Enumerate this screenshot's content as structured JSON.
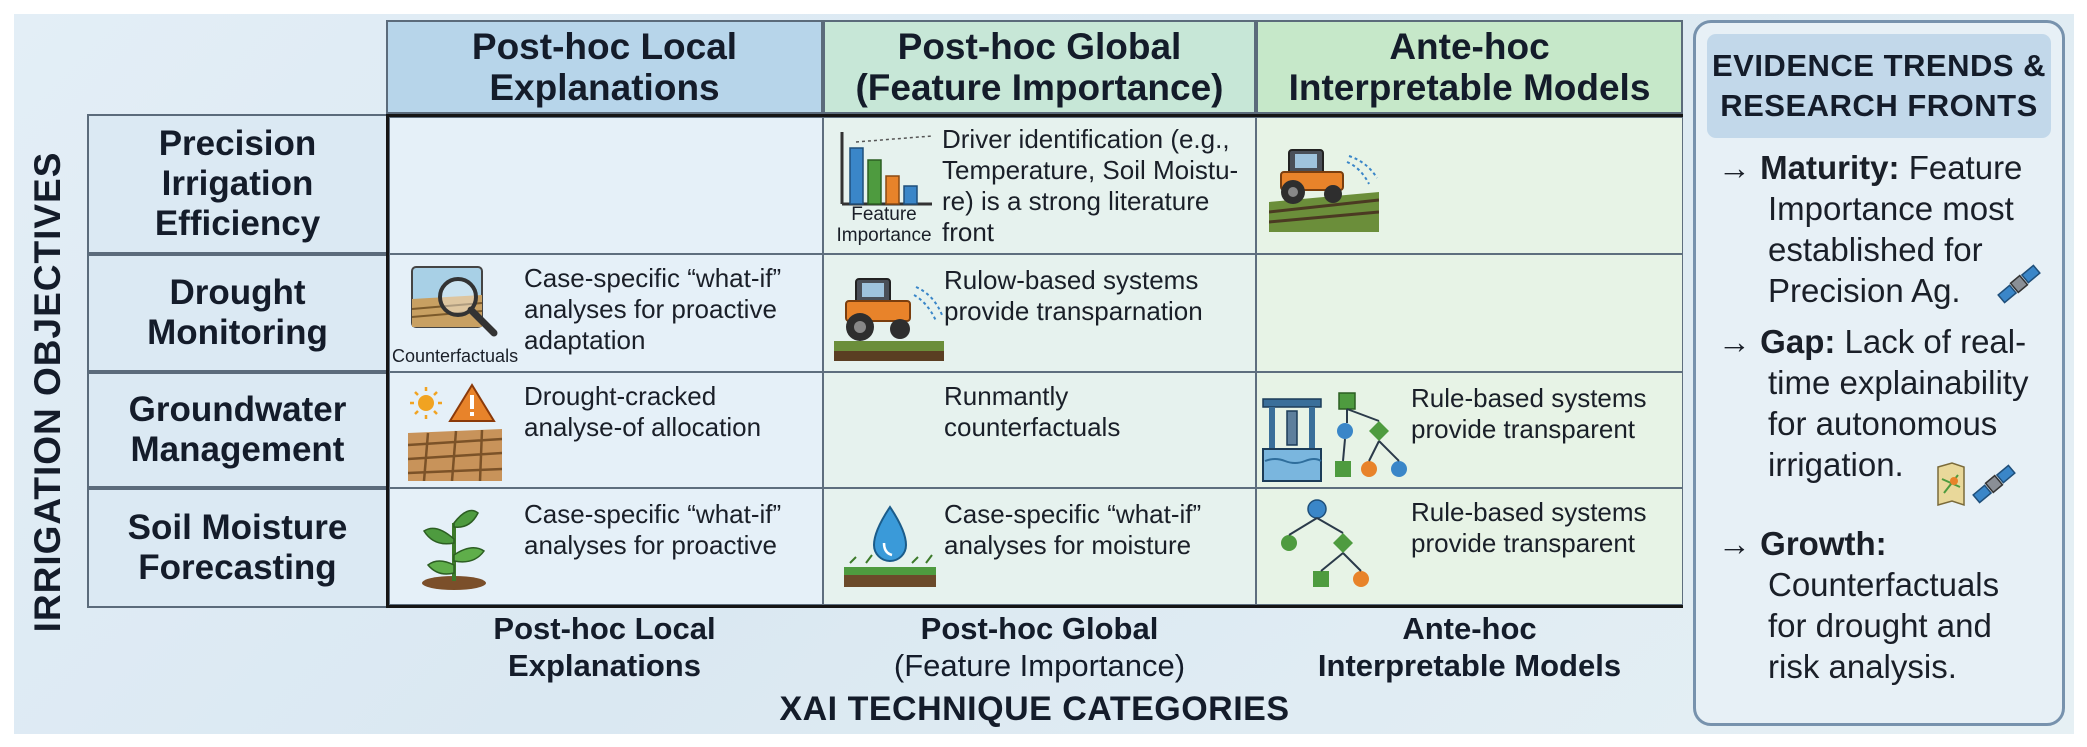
{
  "columns": [
    {
      "line1": "Post-hoc Local",
      "line2": "Explanations"
    },
    {
      "line1": "Post-hoc Global",
      "line2": "(Feature Importance)"
    },
    {
      "line1": "Ante-hoc",
      "line2": "Interpretable Models"
    }
  ],
  "y_axis_title": "IRRIGATION OBJECTIVES",
  "x_axis_title": "XAI TECHNIQUE CATEGORIES",
  "rows": [
    {
      "lines": [
        "Precision",
        "Irrigation",
        "Efficiency"
      ]
    },
    {
      "lines": [
        "Drought",
        "Monitoring"
      ]
    },
    {
      "lines": [
        "Groundwater",
        "Management"
      ]
    },
    {
      "lines": [
        "Soil Moisture",
        "Forecasting"
      ]
    }
  ],
  "cells": {
    "r0c1": {
      "lines": [
        "Driver identification (e.g.,",
        "Temperature, Soil Moistu-",
        "re) is a strong literature",
        "front"
      ],
      "icon_caption_1": "Feature",
      "icon_caption_2": "Importance",
      "icon": "bar-chart-icon"
    },
    "r0c2": {
      "icon": "tractor-irrigation-icon"
    },
    "r1c0": {
      "lines": [
        "Case-specific “what-if”",
        "analyses for proactive",
        "adaptation"
      ],
      "icon_caption": "Counterfactuals",
      "icon": "field-magnifier-icon"
    },
    "r1c1": {
      "lines": [
        "Rulow-based systems",
        "provide transparnation"
      ],
      "icon": "tractor-irrigation-icon"
    },
    "r2c0": {
      "lines": [
        "Drought-cracked",
        "analyse-of allocation"
      ],
      "icon": "sun-warning-cracked-soil-icon"
    },
    "r2c1": {
      "lines": [
        "Runmantly",
        "counterfactuals"
      ]
    },
    "r2c2": {
      "lines": [
        "Rule-based systems",
        "provide transparent"
      ],
      "icon": "well-pump-decision-tree-icon"
    },
    "r3c0": {
      "lines": [
        "Case-specific “what-if”",
        "analyses for proactive"
      ],
      "icon": "seedling-icon"
    },
    "r3c1": {
      "lines": [
        "Case-specific “what-if”",
        "analyses for moisture"
      ],
      "icon": "water-drop-soil-icon"
    },
    "r3c2": {
      "lines": [
        "Rule-based systems",
        "provide transparent"
      ],
      "icon": "decision-tree-icon"
    }
  },
  "panel": {
    "title_line1": "EVIDENCE TRENDS &",
    "title_line2": "RESEARCH FRONTS",
    "arrow": "→",
    "trends": [
      {
        "key": "Maturity:",
        "lines": [
          "Feature",
          "Importance most",
          "established for",
          "Precision Ag."
        ],
        "icon": "satellite-icon"
      },
      {
        "key": "Gap:",
        "lines": [
          "Lack of real-",
          "time explainability",
          "for autonomous",
          "irrigation."
        ],
        "icon": "map-satellite-icon"
      },
      {
        "key": "Growth:",
        "lines": [
          "",
          "Counterfactuals",
          "for drought and",
          "risk analysis."
        ]
      }
    ]
  },
  "colors": {
    "local_header": "#b7d5ea",
    "global_header": "#c7e7d7",
    "ante_header": "#c6e8c9",
    "accent_orange": "#e8832a",
    "accent_green": "#4e9b3f",
    "accent_blue": "#3a86c8"
  }
}
